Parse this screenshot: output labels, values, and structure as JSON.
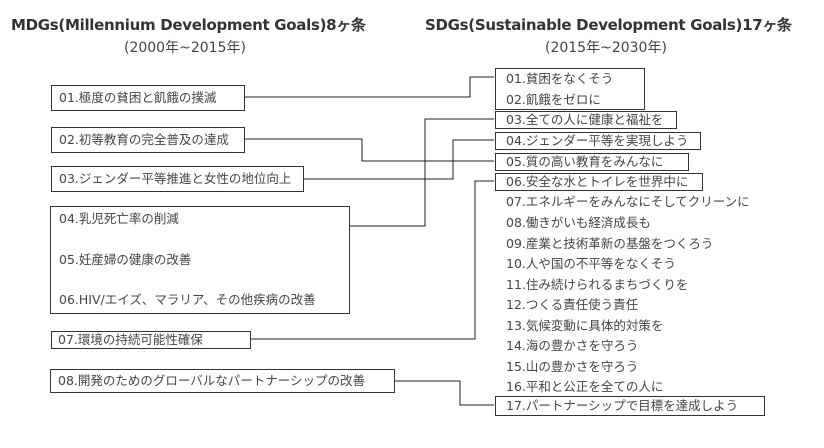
{
  "left": {
    "title": "MDGs(Millennium Development Goals)8ヶ条",
    "subtitle": "(2000年~2015年)",
    "goals": [
      "01.極度の貧困と飢餓の撲滅",
      "02.初等教育の完全普及の達成",
      "03.ジェンダー平等推進と女性の地位向上",
      "04.乳児死亡率の削減",
      "05.妊産婦の健康の改善",
      "06.HIV/エイズ、マラリア、その他疾病の改善",
      "07.環境の持続可能性確保",
      "08.開発のためのグローバルなパートナーシップの改善"
    ]
  },
  "right": {
    "title": "SDGs(Sustainable Development Goals)17ヶ条",
    "subtitle": "(2015年~2030年)",
    "goals": [
      "01.貧困をなくそう",
      "02.飢餓をゼロに",
      "03.全ての人に健康と福祉を",
      "04.ジェンダー平等を実現しよう",
      "05.質の高い教育をみんなに",
      "06.安全な水とトイレを世界中に",
      "07.エネルギーをみんなにそしてクリーンに",
      "08.働きがいも経済成長も",
      "09.産業と技術革新の基盤をつくろう",
      "10.人や国の不平等をなくそう",
      "11.住み続けられるまちづくりを",
      "12.つくる責任使う責任",
      "13.気候変動に具体的対策を",
      "14.海の豊かさを守ろう",
      "15.山の豊かさを守ろう",
      "16.平和と公正を全ての人に",
      "17.パートナーシップで目標を達成しよう"
    ]
  }
}
